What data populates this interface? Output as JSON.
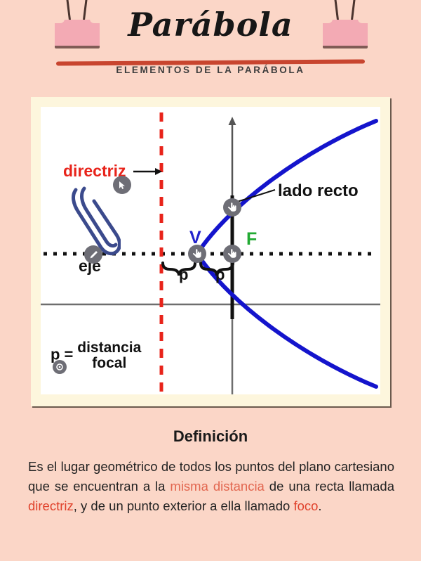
{
  "page": {
    "background_color": "#fbd6c7",
    "title": "Parábola",
    "subtitle": "ELEMENTOS DE LA PARÁBOLA",
    "accent_red": "#c8452f",
    "clip_color": "#f3aab4"
  },
  "diagram": {
    "card_bg": "#fdf6dd",
    "plot_bg": "#ffffff",
    "paperclip_color": "#3b4a8c",
    "labels": {
      "directriz": "directriz",
      "eje": "eje",
      "lado_recto": "lado recto",
      "vertex": "V",
      "focus": "F",
      "p_left": "p",
      "p_right": "p",
      "p_def_symbol": "p =",
      "p_def_line1": "distancia",
      "p_def_line2": "focal"
    },
    "colors": {
      "directriz": "#e8231a",
      "parabola": "#1414cc",
      "vertex": "#2222cc",
      "focus": "#22aa33",
      "axis": "#111111",
      "gridline": "#6e6e6e"
    },
    "cursors": [
      {
        "name": "directriz-cursor",
        "glyph": "arrow"
      },
      {
        "name": "eje-cursor",
        "glyph": "pen"
      },
      {
        "name": "lado-recto-cursor",
        "glyph": "hand"
      },
      {
        "name": "vertex-cursor",
        "glyph": "hand"
      },
      {
        "name": "focus-cursor",
        "glyph": "hand"
      },
      {
        "name": "p-def-cursor",
        "glyph": "record"
      }
    ]
  },
  "definition": {
    "heading": "Definición",
    "text_parts": [
      {
        "t": "Es el lugar geométrico de todos los puntos del plano cartesiano que se encuentran a la ",
        "style": "normal"
      },
      {
        "t": "misma distancia",
        "style": "hl"
      },
      {
        "t": " de una recta llamada ",
        "style": "normal"
      },
      {
        "t": "directriz",
        "style": "hl2"
      },
      {
        "t": ", y de un punto exterior a ella llamado ",
        "style": "normal"
      },
      {
        "t": "foco",
        "style": "hl2"
      },
      {
        "t": ".",
        "style": "normal"
      }
    ]
  }
}
